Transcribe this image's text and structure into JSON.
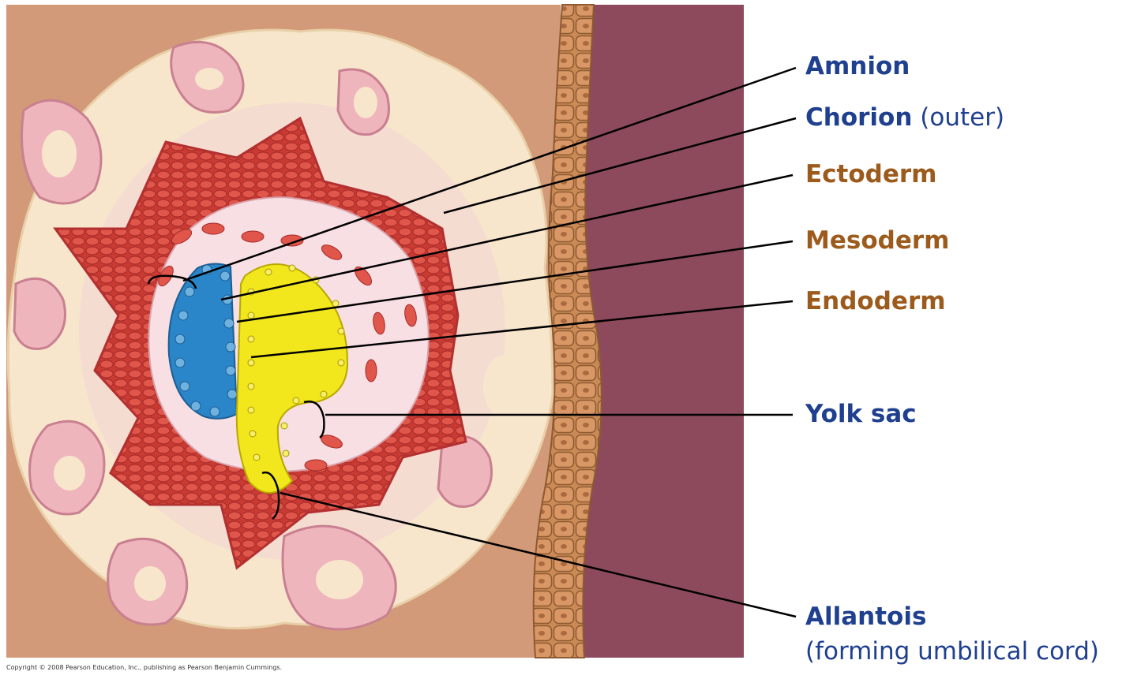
{
  "colors": {
    "tissue_background": "#d29a78",
    "uterine_wall": "#8c4a5c",
    "epithelium": "#c98a55",
    "endometrium": "#f8e6cc",
    "gland": "#efb5bd",
    "trophoblast": "#d9483d",
    "amniotic_ectoderm_blue": "#2a86c9",
    "yolk_sac_yellow": "#f2e61c",
    "label_blue": "#1f3f8f",
    "label_brown": "#9c5b1c"
  },
  "labels": {
    "amnion": "Amnion",
    "chorion": "Chorion",
    "chorion_note": "(outer)",
    "ectoderm": "Ectoderm",
    "mesoderm": "Mesoderm",
    "endoderm": "Endoderm",
    "yolk_sac": "Yolk sac",
    "allantois": "Allantois",
    "allantois_note": "(forming umbilical cord)"
  },
  "copyright": "Copyright © 2008 Pearson Education, Inc., publishing as Pearson Benjamin Cummings."
}
